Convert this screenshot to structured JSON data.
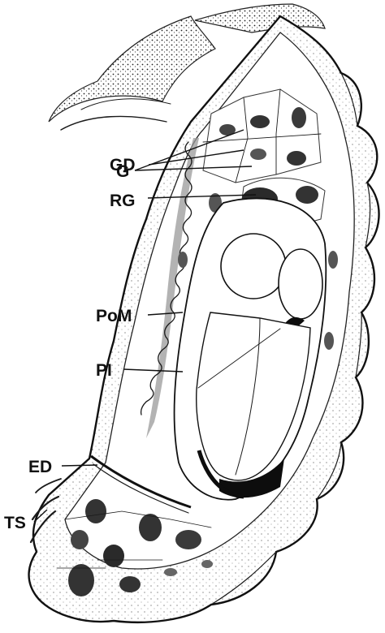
{
  "labels": {
    "gd": "GD",
    "g": "G",
    "rg": "RG",
    "pom": "PoM",
    "pi": "PI",
    "ed": "ED",
    "ts": "TS"
  },
  "colors": {
    "ink": "#1a1a1a",
    "tissue_shade": "#9a9a9a",
    "background": "#ffffff"
  }
}
